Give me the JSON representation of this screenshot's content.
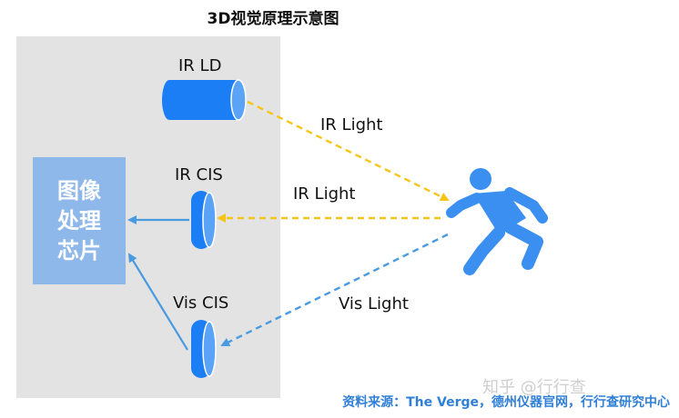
{
  "title": "3D视觉原理示意图",
  "chip": {
    "label": "图像处理芯片"
  },
  "components": {
    "ir_ld": "IR LD",
    "ir_cis": "IR CIS",
    "vis_cis": "Vis CIS"
  },
  "beams": {
    "ir_out": "IR Light",
    "ir_back": "IR Light",
    "vis_back": "Vis Light"
  },
  "watermark": "知乎 @行行查",
  "source": "资料来源：The Verge，德州仪器官网，行行查研究中心",
  "colors": {
    "panel": "#e3e3e3",
    "chip": "#8fb8ea",
    "component_blue": "#1c7ef5",
    "ir_beam": "#f5c518",
    "vis_beam": "#4a9ae0",
    "person": "#3a8ff0",
    "source_text": "#2f7fd6"
  }
}
